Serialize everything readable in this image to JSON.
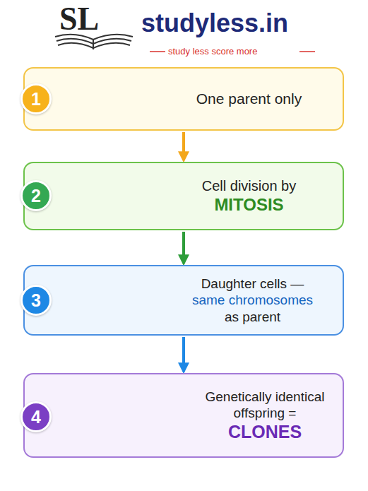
{
  "diagram": {
    "title": "studyless.in",
    "nodes": [
      {
        "text": [
          "One parent only"
        ]
      },
      {
        "text": [
          "1"
        ],
        "in": 0
      },
      {
        "text": [
          "Cell division by",
          "MITOSIS"
        ]
      },
      {
        "text": [
          "2"
        ],
        "in": 2
      },
      {
        "text": [
          "Daughter cells —",
          "same chromosomes",
          "as parent"
        ]
      },
      {
        "text": [
          "3"
        ],
        "in": 4
      },
      {
        "text": [
          "Genetically identical offspring =",
          "CLONES"
        ]
      },
      {
        "text": [
          "4"
        ],
        "in": 6
      }
    ],
    "edges": [
      {
        "from": 0,
        "to": 2,
        "arrow": "to"
      },
      {
        "from": 2,
        "to": 4,
        "arrow": "to"
      },
      {
        "from": 4,
        "to": 6,
        "arrow": "to"
      }
    ],
    "labels": [
      "SL",
      "study less score more",
      "="
    ]
  }
}
